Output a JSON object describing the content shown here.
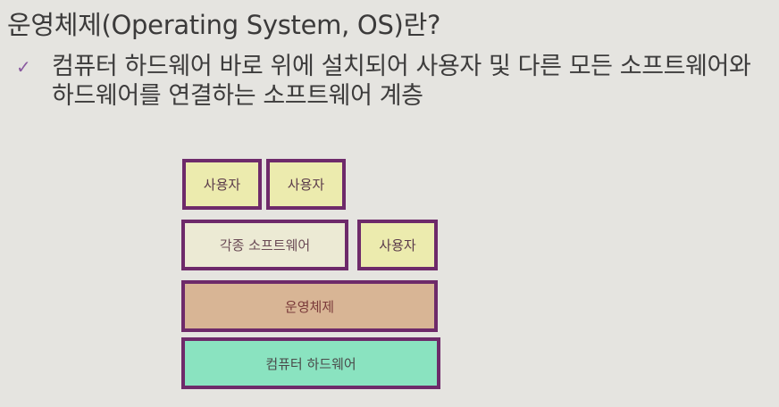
{
  "slide": {
    "title": "운영체제(Operating System, OS)란?",
    "bullet": {
      "marker": "✓",
      "text": "컴퓨터 하드웨어 바로 위에 설치되어 사용자 및 다른 모든 소프트웨어와 하드웨어를 연결하는 소프트웨어 계층"
    }
  },
  "diagram": {
    "user_1": "사용자",
    "user_2": "사용자",
    "software": "각종 소프트웨어",
    "user_3": "사용자",
    "os": "운영체제",
    "hardware": "컴퓨터 하드웨어"
  },
  "colors": {
    "background": "#e5e4e0",
    "box_border": "#6e2a6a",
    "user_fill": "#ecebae",
    "software_fill": "#ecead4",
    "os_fill": "#d8b595",
    "hardware_fill": "#8ae3c0",
    "check_mark": "#8a5aa0"
  }
}
